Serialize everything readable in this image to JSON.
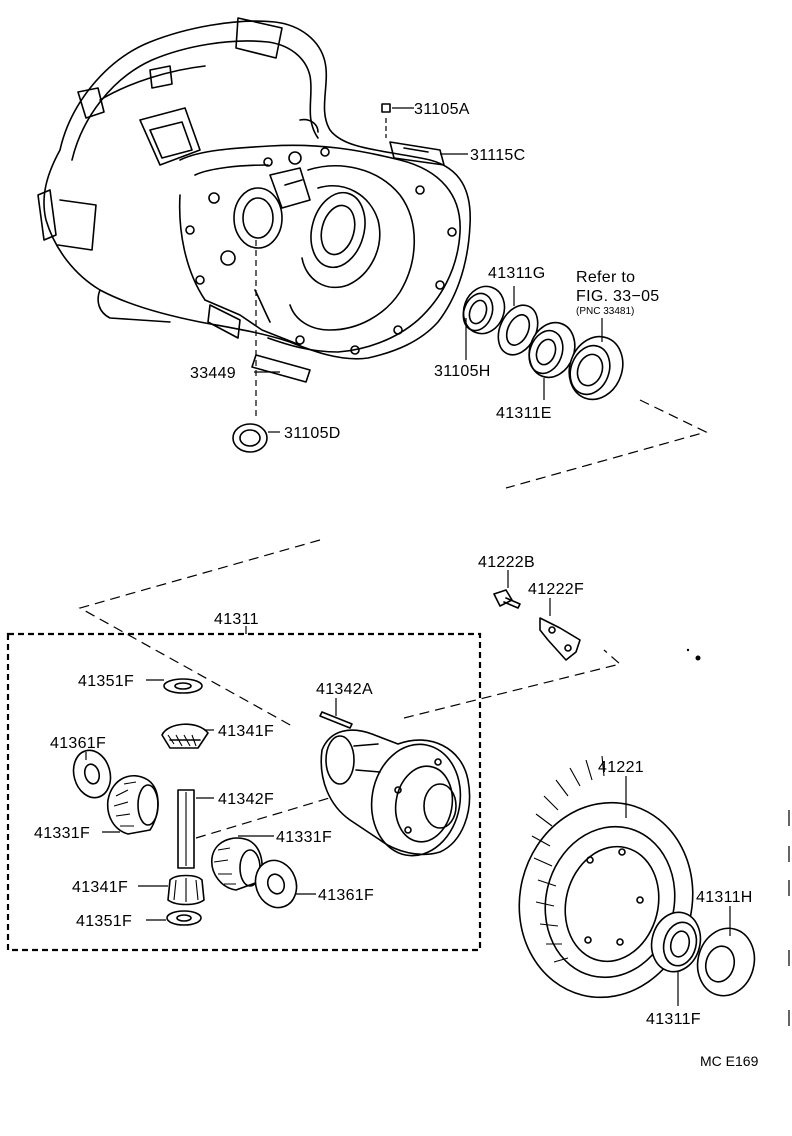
{
  "diagram": {
    "labels": {
      "p31105A": "31105A",
      "p31115C": "31115C",
      "p41311G": "41311G",
      "refer_line1": "Refer to",
      "refer_line2": "FIG. 33−05",
      "refer_line3": "(PNC 33481)",
      "p31105H": "31105H",
      "p41311E": "41311E",
      "p33449": "33449",
      "p31105D": "31105D",
      "p41222B": "41222B",
      "p41222F": "41222F",
      "p41311": "41311",
      "p41351F_top": "41351F",
      "p41342A": "41342A",
      "p41341F_top": "41341F",
      "p41361F_left": "41361F",
      "p41342F": "41342F",
      "p41331F_left": "41331F",
      "p41331F_right": "41331F",
      "p41341F_bottom": "41341F",
      "p41361F_right": "41361F",
      "p41351F_bottom": "41351F",
      "p41221": "41221",
      "p41311H": "41311H",
      "p41311F": "41311F"
    },
    "figure_id": "MC E169"
  }
}
